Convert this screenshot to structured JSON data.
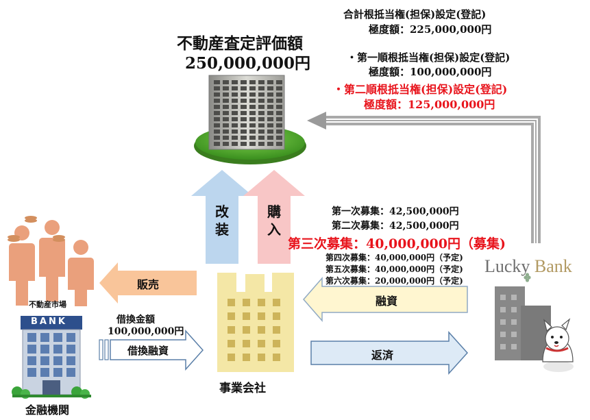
{
  "valuation": {
    "title": "不動産査定評価額",
    "amount": "250,000,000円"
  },
  "mortgage_total": {
    "line1": "合計根抵当権(担保)設定(登記)",
    "line2": "極度額：225,000,000円"
  },
  "mortgage_first": {
    "line1": "・第一順根抵当権(担保)設定(登記)",
    "line2": "極度額：100,000,000円"
  },
  "mortgage_second": {
    "line1": "・第二順根抵当権(担保)設定(登記)",
    "line2": "極度額：125,000,000円"
  },
  "arrows": {
    "renovation": "改装",
    "purchase": "購入",
    "sale": "販売",
    "financing": "融資",
    "repayment": "返済",
    "refinance": "借換融資"
  },
  "offerings": [
    {
      "text": "第一次募集：42,500,000円",
      "highlight": false
    },
    {
      "text": "第二次募集：42,500,000円",
      "highlight": false
    },
    {
      "text": "第三次募集：40,000,000円（募集)",
      "highlight": true
    },
    {
      "text": "第四次募集：40,000,000円（予定)",
      "highlight": false
    },
    {
      "text": "第五次募集：40,000,000円（予定)",
      "highlight": false
    },
    {
      "text": "第六次募集：20,000,000円（予定)",
      "highlight": false
    }
  ],
  "refinance": {
    "line1": "借換金額",
    "line2": "100,000,000円"
  },
  "labels": {
    "market": "不動産市場",
    "bank": "金融機関",
    "company": "事業会社",
    "bank_sign": "BANK"
  },
  "brand": {
    "lucky": "Lucky",
    "bank": "Bank"
  },
  "colors": {
    "red": "#e8141c",
    "blue_arrow": "#bcd6ee",
    "pink_arrow": "#f8c6c6",
    "orange_arrow": "#f9c59a",
    "yellow_arrow": "#fff6d0",
    "light_blue_arrow": "#ddeaf6",
    "building_yellow": "#f4e7a6",
    "people_orange": "#eaa07c",
    "gray_building": "#888888"
  }
}
